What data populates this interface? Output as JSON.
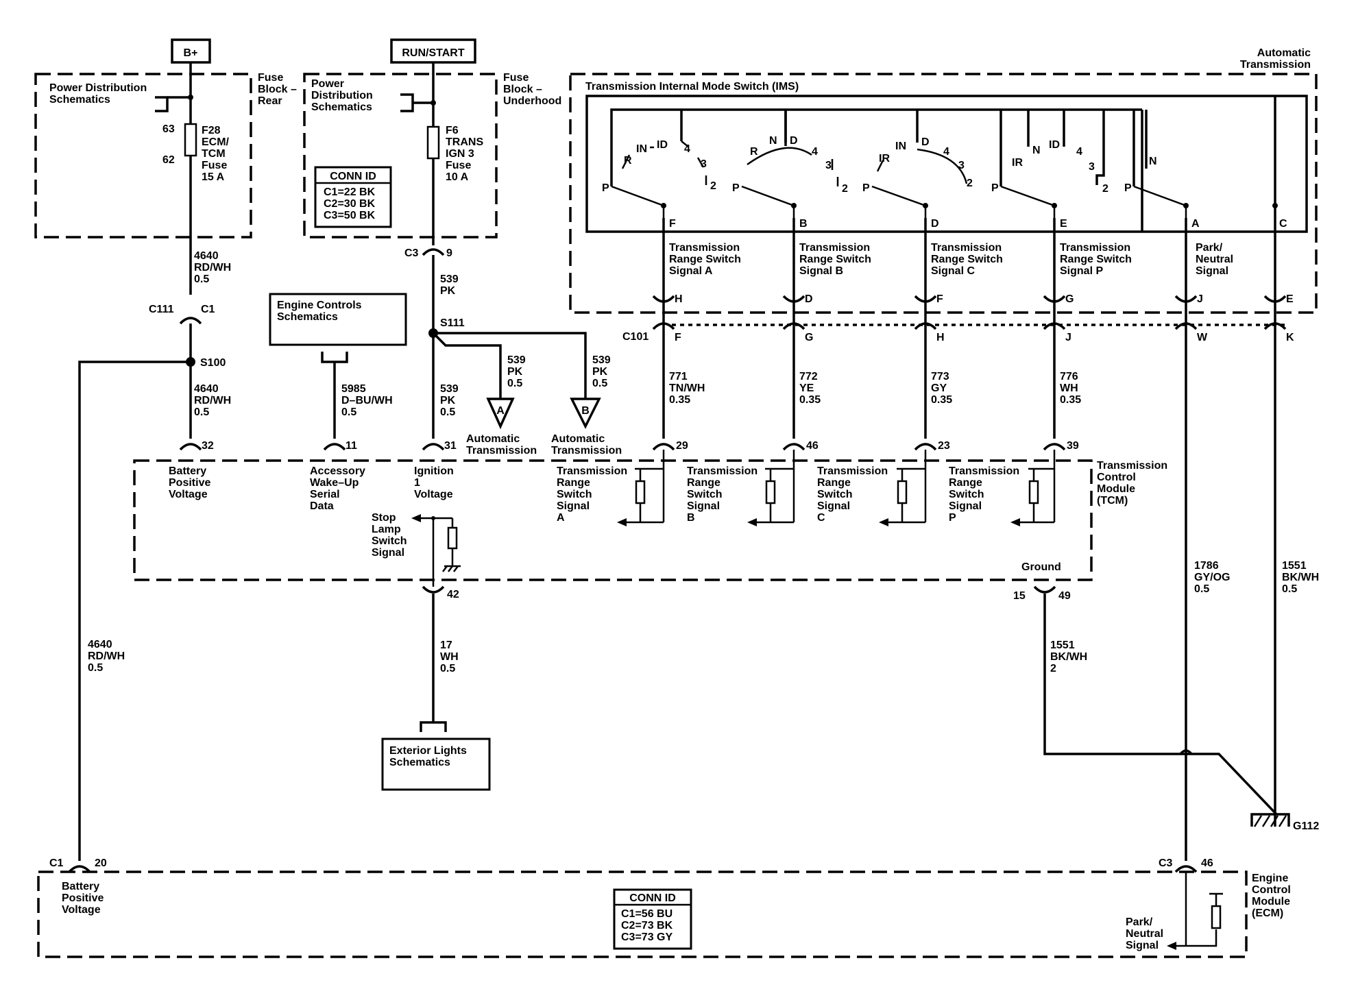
{
  "supplies": {
    "bplus": "B+",
    "runstart": "RUN/START"
  },
  "fuse_block_rear": {
    "pd_line1": "Power Distribution",
    "pd_line2": "Schematics",
    "name_line1": "Fuse",
    "name_line2": "Block –",
    "name_line3": "Rear",
    "pin_in": "63",
    "pin_out": "62",
    "fuse_line1": "F28",
    "fuse_line2": "ECM/",
    "fuse_line3": "TCM",
    "fuse_line4": "Fuse",
    "fuse_line5": "15 A"
  },
  "fuse_block_underhood": {
    "pd_line1": "Power",
    "pd_line2": "Distribution",
    "pd_line3": "Schematics",
    "name_line1": "Fuse",
    "name_line2": "Block –",
    "name_line3": "Underhood",
    "fuse_line1": "F6",
    "fuse_line2": "TRANS",
    "fuse_line3": "IGN 3",
    "fuse_line4": "Fuse",
    "fuse_line5": "10 A",
    "conn_title": "CONN ID",
    "conn_1": "C1=22 BK",
    "conn_2": "C2=30 BK",
    "conn_3": "C3=50 BK"
  },
  "wires_left": {
    "w4640a": [
      "4640",
      "RD/WH",
      "0.5"
    ],
    "c111": "C111",
    "c1": "C1",
    "s100": "S100",
    "w4640b": [
      "4640",
      "RD/WH",
      "0.5"
    ],
    "w4640c": [
      "4640",
      "RD/WH",
      "0.5"
    ]
  },
  "wires_ign": {
    "c3": "C3",
    "c3_pin": "9",
    "w539a": [
      "539",
      "PK"
    ],
    "s111": "S111",
    "w539b": [
      "539",
      "PK",
      "0.5"
    ],
    "w539c": [
      "539",
      "PK",
      "0.5"
    ],
    "w539d": [
      "539",
      "PK",
      "0.5"
    ],
    "ref_a": "A",
    "ref_b": "B",
    "ref_a_text": [
      "Automatic",
      "Transmission"
    ],
    "ref_b_text": [
      "Automatic",
      "Transmission"
    ]
  },
  "engine_controls": {
    "line1": "Engine Controls",
    "line2": "Schematics",
    "wire": [
      "5985",
      "D–BU/WH",
      "0.5"
    ]
  },
  "automatic_transmission": {
    "line1": "Automatic",
    "line2": "Transmission"
  },
  "ims": {
    "title": "Transmission Internal Mode Switch (IMS)",
    "switch_labels": [
      "P",
      "R",
      "N",
      "D",
      "4",
      "3",
      "2"
    ],
    "switch_labels_a": [
      "P",
      "R",
      "IN",
      "ID",
      "4",
      "3",
      "2"
    ],
    "switch_labels_b": [
      "P",
      "R",
      "N",
      "D",
      "4",
      "3",
      "2"
    ],
    "switch_labels_c": [
      "P",
      "IR",
      "IN",
      "D",
      "4",
      "3",
      "2"
    ],
    "switch_labels_p": [
      "P",
      "IR",
      "N",
      "ID",
      "4",
      "3",
      "2"
    ],
    "switch_labels_e": [
      "P",
      "N"
    ],
    "pins": [
      "F",
      "B",
      "D",
      "E",
      "A",
      "C"
    ],
    "signals": [
      [
        "Transmission",
        "Range Switch",
        "Signal A"
      ],
      [
        "Transmission",
        "Range Switch",
        "Signal B"
      ],
      [
        "Transmission",
        "Range Switch",
        "Signal C"
      ],
      [
        "Transmission",
        "Range Switch",
        "Signal P"
      ],
      [
        "Park/",
        "Neutral",
        "Signal"
      ]
    ]
  },
  "c101": {
    "label": "C101",
    "upper_pins": [
      "H",
      "D",
      "F",
      "G",
      "J",
      "E"
    ],
    "lower_pins": [
      "F",
      "G",
      "H",
      "J",
      "W",
      "K"
    ]
  },
  "range_wires": [
    [
      "771",
      "TN/WH",
      "0.35"
    ],
    [
      "772",
      "YE",
      "0.35"
    ],
    [
      "773",
      "GY",
      "0.35"
    ],
    [
      "776",
      "WH",
      "0.35"
    ]
  ],
  "tcm": {
    "name": [
      "Transmission",
      "Control",
      "Module",
      "(TCM)"
    ],
    "pins": {
      "p32": "32",
      "p11": "11",
      "p31": "31",
      "p29": "29",
      "p46": "46",
      "p23": "23",
      "p39": "39",
      "p42": "42",
      "p15": "15",
      "p49": "49"
    },
    "battery": [
      "Battery",
      "Positive",
      "Voltage"
    ],
    "wakeup": [
      "Accessory",
      "Wake–Up",
      "Serial",
      "Data"
    ],
    "ignition": [
      "Ignition",
      "1",
      "Voltage"
    ],
    "stoplamp": [
      "Stop",
      "Lamp",
      "Switch",
      "Signal"
    ],
    "ground": "Ground",
    "range_a": [
      "Transmission",
      "Range",
      "Switch",
      "Signal",
      "A"
    ],
    "range_b": [
      "Transmission",
      "Range",
      "Switch",
      "Signal",
      "B"
    ],
    "range_c": [
      "Transmission",
      "Range",
      "Switch",
      "Signal",
      "C"
    ],
    "range_p": [
      "Transmission",
      "Range",
      "Switch",
      "Signal",
      "P"
    ]
  },
  "stoplamp_wire": [
    "17",
    "WH",
    "0.5"
  ],
  "exterior_lights": [
    "Exterior Lights",
    "Schematics"
  ],
  "ground_wires": {
    "w1551a": [
      "1551",
      "BK/WH",
      "2"
    ],
    "w1786": [
      "1786",
      "GY/OG",
      "0.5"
    ],
    "w1551b": [
      "1551",
      "BK/WH",
      "0.5"
    ],
    "g112": "G112"
  },
  "ecm": {
    "name": [
      "Engine",
      "Control",
      "Module",
      "(ECM)"
    ],
    "c1": "C1",
    "c1_pin": "20",
    "c3": "C3",
    "c3_pin": "46",
    "battery": [
      "Battery",
      "Positive",
      "Voltage"
    ],
    "park": [
      "Park/",
      "Neutral",
      "Signal"
    ],
    "conn_title": "CONN ID",
    "conn_1": "C1=56 BU",
    "conn_2": "C2=73 BK",
    "conn_3": "C3=73 GY"
  }
}
